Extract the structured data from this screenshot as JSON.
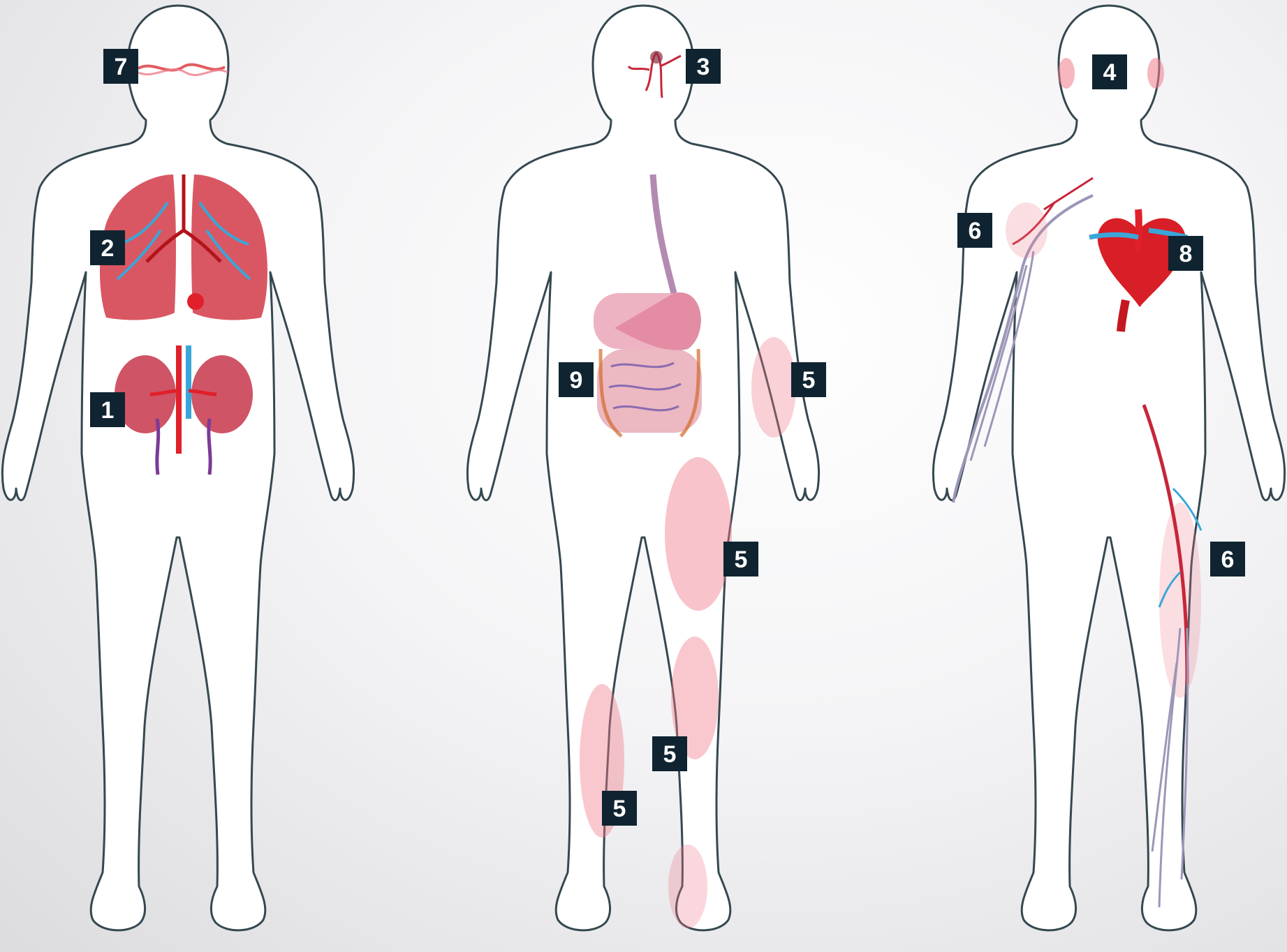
{
  "colors": {
    "badge_bg": "#0f2430",
    "badge_text": "#ffffff",
    "outline": "#354850",
    "artery": "#d8262c",
    "vein": "#3aa6d8",
    "ureter": "#7b3a98",
    "nerve": "#9b97b8",
    "tissue_glow": "#f07b8a"
  },
  "figures": [
    {
      "name": "figure-left",
      "organs": [
        "kidneys-icon",
        "lungs-icon",
        "eye-band-icon"
      ],
      "labels": {
        "kidneys": "1",
        "lungs": "2",
        "eyes": "7"
      }
    },
    {
      "name": "figure-middle",
      "organs": [
        "brain-vessels-icon",
        "intestines-icon",
        "skin-patches-icon"
      ],
      "labels": {
        "brain": "3",
        "digestive": "9",
        "skin_arm": "5",
        "skin_thigh": "5",
        "skin_knee": "5",
        "skin_shin": "5"
      }
    },
    {
      "name": "figure-right",
      "organs": [
        "ears-icon",
        "heart-icon",
        "nerve-arm-icon",
        "nerve-leg-icon"
      ],
      "labels": {
        "ears": "4",
        "nerve_arm": "6",
        "heart": "8",
        "nerve_leg": "6"
      }
    }
  ]
}
